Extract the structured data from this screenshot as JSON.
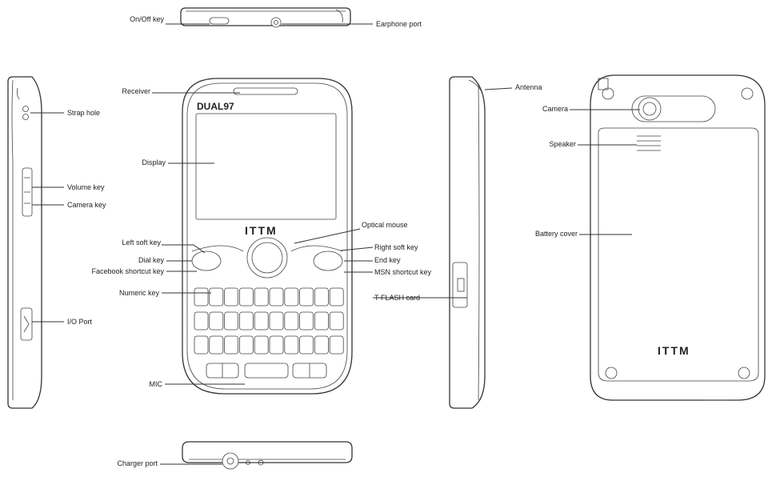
{
  "labels": {
    "on_off_key": "On/Off key",
    "earphone_port": "Earphone port",
    "receiver": "Receiver",
    "strap_hole": "Strap hole",
    "display": "Display",
    "volume_key": "Volume key",
    "camera_key": "Camera key",
    "left_soft_key": "Left soft key",
    "dial_key": "Dial  key",
    "facebook_shortcut_key": "Facebook shortcut key",
    "numeric_key": "Numeric key",
    "io_port": "I/O Port",
    "mic": "MIC",
    "charger_port": "Charger port",
    "optical_mouse": "Optical mouse",
    "right_soft_key": "Right soft key",
    "end_key": "End  key",
    "msn_shortcut_key": "MSN shortcut key",
    "t_flash_card": "T-FLASH card",
    "antenna": "Antenna",
    "camera": "Camera",
    "speaker": "Speaker",
    "battery_cover": "Battery cover"
  },
  "phone": {
    "model": "DUAL97",
    "brand": "ITTM"
  }
}
